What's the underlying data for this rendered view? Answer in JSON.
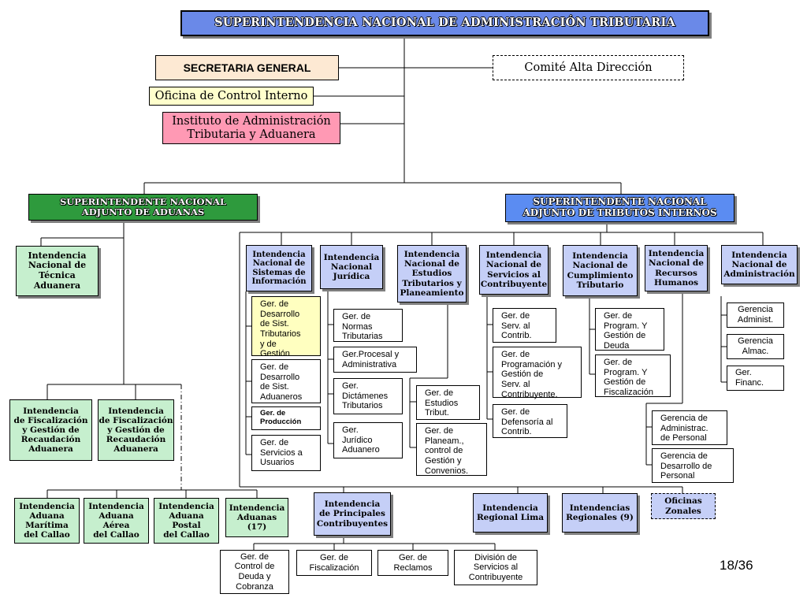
{
  "chart": {
    "title": "SUPERINTENDENCIA NACIONAL DE ADMINISTRACIÓN TRIBUTARIA",
    "staff": {
      "secretaria": "SECRETARIA GENERAL",
      "control": "Oficina de Control Interno",
      "instituto": "Instituto de Administración\nTributaria y Aduanera",
      "comite": "Comité Alta Dirección"
    },
    "adjunto_aduanas": "SUPERINTENDENTE NACIONAL\nADJUNTO DE ADUANAS",
    "adjunto_tributos": "SUPERINTENDENTE NACIONAL\nADJUNTO DE TRIBUTOS INTERNOS",
    "aduanas": {
      "tecnica": "Intendencia\nNacional de\nTécnica\nAduanera",
      "fiscalizacion_1": "Intendencia\nde Fiscalización\ny Gestión de\nRecaudación\nAduanera",
      "fiscalizacion_2": "Intendencia\nde Fiscalización\ny Gestión de\nRecaudación\nAduanera",
      "maritima": "Intendencia\nAduana\nMarítima\ndel Callao",
      "aerea": "Intendencia\nAduana\nAérea\ndel Callao",
      "postal": "Intendencia\nAduana\nPostal\ndel Callao",
      "aduanas17": "Intendencia\nAduanas\n(17)"
    },
    "intendencias": {
      "sistemas": "Intendencia\nNacional de\nSistemas de\nInformación",
      "juridica": "Intendencia\nNacional\nJurídica",
      "estudios": "Intendencia\nNacional de\nEstudios\nTributarios y\nPlaneamiento",
      "servicios": "Intendencia\nNacional de\nServicios al\nContribuyente",
      "cumplimiento": "Intendencia\nNacional de\nCumplimiento\nTributario",
      "recursos": "Intendencia\nNacional de\nRecursos\nHumanos",
      "administracion": "Intendencia\nNacional de\nAdministración"
    },
    "gerencias": {
      "sistemas": [
        "Ger. de\nDesarrollo\nde  Sist.\nTributarios\ny de\nGestión",
        "Ger. de\nDesarrollo\nde Sist.\nAduaneros",
        "Ger. de\nProducción",
        "Ger. de\nServicios a\nUsuarios"
      ],
      "juridica": [
        "Ger. de\nNormas\nTributarias",
        "Ger.Procesal y\nAdministrativa",
        "Ger.\nDictámenes\nTributarios",
        "Ger.\nJurídico\nAduanero"
      ],
      "estudios": [
        "Ger. de\nEstudios\nTribut.",
        "Ger. de\nPlaneam.,\ncontrol de\nGestión y\nConvenios."
      ],
      "servicios": [
        "Ger. de\nServ. al\nContrib.",
        "Ger. de\nProgramación y\nGestión de\nServ. al\nContribuyente.",
        "Ger. de\nDefensoría al\nContrib."
      ],
      "cumplimiento": [
        "Ger. de\nProgram. Y\nGestión de\nDeuda",
        "Ger. de\nProgram. Y\nGestión de\nFiscalización"
      ],
      "recursos": [
        "Gerencia de\nAdministrac.\nde Personal",
        "Gerencia de\nDesarrollo de\nPersonal"
      ],
      "administracion": [
        "Gerencia\nAdminist.",
        "Gerencia\nAlmac.",
        "Ger.\nFinanc."
      ]
    },
    "bottom": {
      "principales": "Intendencia\nde Principales\nContribuyentes",
      "lima": "Intendencia\nRegional Lima",
      "regionales": "Intendencias\nRegionales (9)",
      "zonales": "Oficinas\nZonales",
      "gerencias": [
        "Ger.  de\nControl de\nDeuda y\nCobranza",
        "Ger. de\nFiscalización",
        "Ger. de\nReclamos",
        "División de\nServicios al\nContribuyente"
      ]
    }
  },
  "page_number": "18/36",
  "colors": {
    "title_fill": "#6a89e8",
    "adjunto_aduanas_fill": "#2e9a3d",
    "adjunto_tributos_fill": "#5b8cf2",
    "aduanas_units_fill": "#c6efce",
    "tributos_units_fill": "#c5cff7",
    "secretaria_fill": "#fde9d3",
    "control_fill": "#ffffcc",
    "instituto_fill": "#ff99b4",
    "highlight_gerencia_fill": "#ffffc0"
  }
}
